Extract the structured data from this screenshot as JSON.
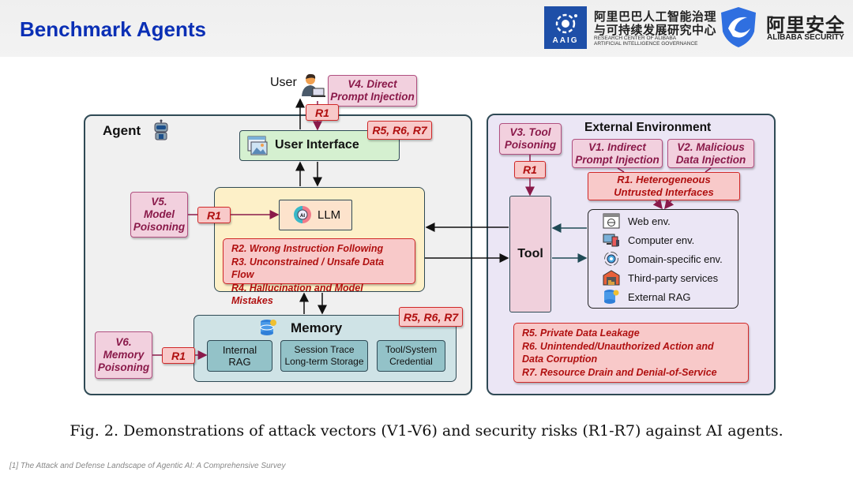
{
  "header": {
    "title": "Benchmark Agents",
    "aaig_logo": {
      "badge_text": "AAIG",
      "line1_cn": "阿里巴巴人工智能治理",
      "line2_cn": "与可持续发展研究中心",
      "line3_en": "RESEARCH CENTER OF ALIBABA",
      "line4_en": "ARTIFICIAL INTELLIGENCE GOVERNANCE",
      "color": "#1e4fa8"
    },
    "security_logo": {
      "name_cn": "阿里安全",
      "name_en": "ALIBABA SECURITY",
      "color": "#2f6fe0"
    }
  },
  "diagram": {
    "user": {
      "label": "User",
      "icon": "user-laptop-icon"
    },
    "v4": "V4. Direct\nPrompt Injection",
    "r1_user": "R1",
    "agent": {
      "label": "Agent",
      "icon": "robot-icon",
      "user_interface": {
        "label": "User Interface",
        "icon": "window-image-icon",
        "risk_tag": "R5, R6, R7"
      },
      "v5": "V5.\nModel\nPoisoning",
      "r1_model": "R1",
      "llm": {
        "label": "LLM",
        "icon": "ai-brain-icon"
      },
      "llm_risks": [
        "R2. Wrong Instruction Following",
        "R3. Unconstrained / Unsafe Data Flow",
        "R4. Hallucination and Model Mistakes"
      ],
      "memory": {
        "label": "Memory",
        "icon": "database-icon",
        "risk_tag": "R5, R6, R7",
        "items": [
          "Internal\nRAG",
          "Session Trace\nLong-term Storage",
          "Tool/System\nCredential"
        ]
      },
      "v6": "V6.\nMemory\nPoisoning",
      "r1_memory": "R1"
    },
    "external": {
      "label": "External Environment",
      "v3": "V3. Tool\nPoisoning",
      "r1_tool": "R1",
      "tool": "Tool",
      "v1": "V1. Indirect\nPrompt Injection",
      "v2": "V2. Malicious\nData Injection",
      "r1_interfaces": "R1. Heterogeneous\nUntrusted Interfaces",
      "envs": [
        {
          "label": "Web env.",
          "icon": "web-browser-icon"
        },
        {
          "label": "Computer env.",
          "icon": "computer-devices-icon"
        },
        {
          "label": "Domain-specific env.",
          "icon": "gear-cycle-icon"
        },
        {
          "label": "Third-party services",
          "icon": "warehouse-icon"
        },
        {
          "label": "External RAG",
          "icon": "database-icon"
        }
      ],
      "risks": [
        "R5. Private Data Leakage",
        "R6. Unintended/Unauthorized Action and",
        "Data Corruption",
        "R7. Resource Drain and Denial-of-Service"
      ]
    },
    "colors": {
      "vector_fill": "#f2d0de",
      "vector_text": "#8a1a4a",
      "risk_fill": "#f8c9c9",
      "risk_text": "#b01010",
      "agent_bg": "#f0f0f0",
      "external_bg": "#ebe6f5",
      "ui_fill": "#d5f0d0",
      "llm_area_fill": "#fdf0c8",
      "memory_fill": "#cfe3e6"
    }
  },
  "caption": "Fig. 2.  Demonstrations of attack vectors (V1-V6) and security risks (R1-R7) against AI agents.",
  "footnote": "[1] The Attack and Defense Landscape of Agentic AI: A Comprehensive Survey"
}
